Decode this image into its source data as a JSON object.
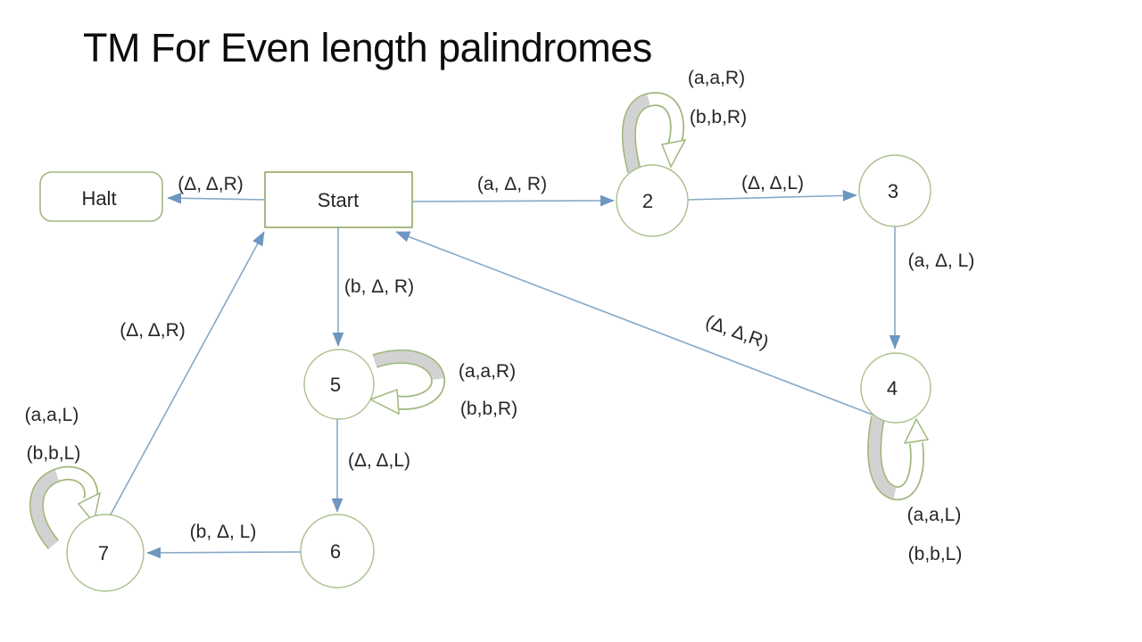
{
  "title": "TM For Even length palindromes",
  "nodes": {
    "halt": {
      "label": "Halt"
    },
    "start": {
      "label": "Start"
    },
    "s2": {
      "label": "2"
    },
    "s3": {
      "label": "3"
    },
    "s4": {
      "label": "4"
    },
    "s5": {
      "label": "5"
    },
    "s6": {
      "label": "6"
    },
    "s7": {
      "label": "7"
    }
  },
  "edges": {
    "start_halt": {
      "label": "(Δ, Δ,R)"
    },
    "start_2": {
      "label": "(a, Δ, R)"
    },
    "e2_3": {
      "label": "(Δ, Δ,L)"
    },
    "e3_4": {
      "label": "(a, Δ, L)"
    },
    "e4_start": {
      "label": "(Δ, Δ,R)"
    },
    "start_5": {
      "label": "(b, Δ, R)"
    },
    "e5_6": {
      "label": "(Δ, Δ,L)"
    },
    "e6_7": {
      "label": "(b, Δ, L)"
    },
    "e7_start": {
      "label": "(Δ, Δ,R)"
    }
  },
  "loops": {
    "s2": {
      "line1": "(a,a,R)",
      "line2": "(b,b,R)"
    },
    "s5": {
      "line1": "(a,a,R)",
      "line2": "(b,b,R)"
    },
    "s4": {
      "line1": "(a,a,L)",
      "line2": "(b,b,L)"
    },
    "s7": {
      "line1": "(a,a,L)",
      "line2": "(b,b,L)"
    }
  },
  "colors": {
    "edge_blue": "#85a8c9",
    "shape_green": "#a0b87c",
    "loop_gray": "#d2d2d2",
    "text": "#262626",
    "background": "#ffffff"
  }
}
